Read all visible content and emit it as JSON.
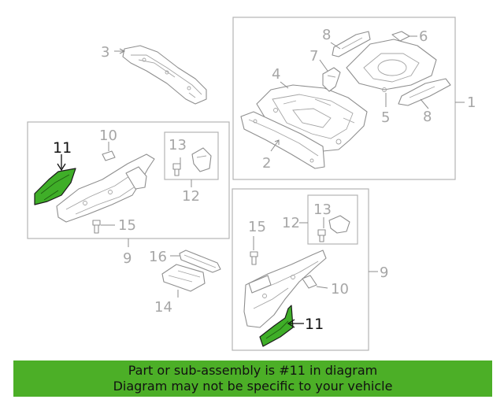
{
  "callouts": {
    "c1": "1",
    "c2": "2",
    "c3": "3",
    "c4": "4",
    "c5": "5",
    "c6": "6",
    "c7": "7",
    "c8a": "8",
    "c8b": "8",
    "c9a": "9",
    "c9b": "9",
    "c10a": "10",
    "c10b": "10",
    "c11a": "11",
    "c11b": "11",
    "c12a": "12",
    "c12b": "12",
    "c13a": "13",
    "c13b": "13",
    "c14": "14",
    "c15a": "15",
    "c15b": "15",
    "c16": "16"
  },
  "highlight_color": "#3fae28",
  "banner": {
    "line1": "Part or sub-assembly is #11 in diagram",
    "line2": "Diagram may not be specific to your vehicle",
    "color": "#4caf27"
  }
}
